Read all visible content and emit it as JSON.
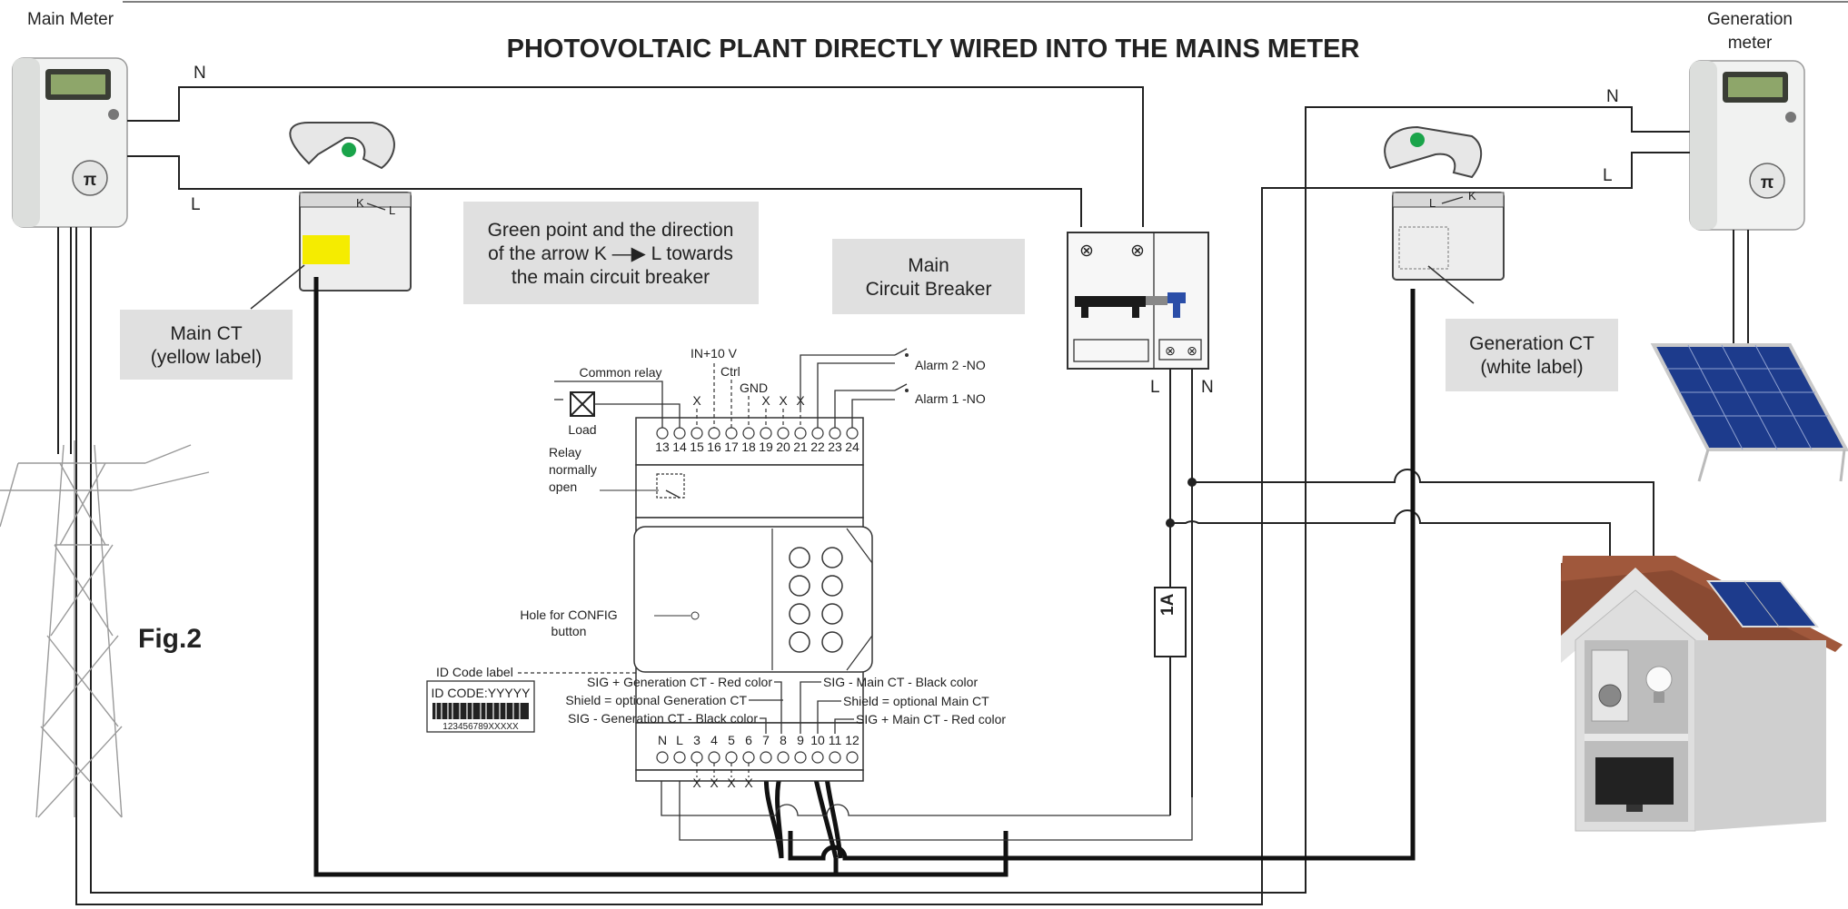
{
  "title": "PHOTOVOLTAIC PLANT DIRECTLY WIRED INTO THE MAINS METER",
  "figure_label": "Fig.2",
  "main_meter": {
    "label": "Main Meter"
  },
  "generation_meter": {
    "label_line1": "Generation",
    "label_line2": "meter"
  },
  "wire_labels": {
    "neutral": "N",
    "line": "L"
  },
  "callouts": {
    "green_point": [
      "Green point and the direction",
      "of the arrow K —▶ L towards",
      "the main circuit breaker"
    ],
    "main_breaker": [
      "Main",
      "Circuit Breaker"
    ],
    "main_ct": [
      "Main CT",
      "(yellow label)"
    ],
    "generation_ct": [
      "Generation CT",
      "(white label)"
    ]
  },
  "ct_marking": {
    "k": "K",
    "l": "L"
  },
  "fuse_label": "1A",
  "device": {
    "top_labels": {
      "in10v": "IN+10 V",
      "ctrl": "Ctrl",
      "gnd": "GND",
      "common_relay": "Common relay",
      "load": "Load",
      "relay_no": [
        "Relay",
        "normally",
        "open"
      ],
      "alarm2": "Alarm 2 -NO",
      "alarm1": "Alarm 1 -NO",
      "x": "X"
    },
    "top_terminals": [
      "13",
      "14",
      "15",
      "16",
      "17",
      "18",
      "19",
      "20",
      "21",
      "22",
      "23",
      "24"
    ],
    "bottom_terminals": [
      "N",
      "L",
      "3",
      "4",
      "5",
      "6",
      "7",
      "8",
      "9",
      "10",
      "11",
      "12"
    ],
    "config_hole": [
      "Hole for CONFIG",
      "button"
    ],
    "bottom_labels": {
      "sig_plus_gen": "SIG + Generation CT - Red color",
      "shield_gen": "Shield = optional Generation CT",
      "sig_minus_gen": "SIG - Generation CT - Black color",
      "sig_minus_main": "SIG - Main CT - Black color",
      "shield_main": "Shield = optional Main CT",
      "sig_plus_main": "SIG + Main CT - Red color"
    }
  },
  "id_label": {
    "caption": "ID Code label",
    "code": "ID CODE:YYYYY",
    "serial": "123456789XXXXX"
  },
  "colors": {
    "green_point": "#1aa44a",
    "yellow_label": "#f5ec00",
    "callout_bg": "#e0e0e0",
    "solar_blue": "#1d3b8c",
    "roof": "#8a4a32",
    "breaker_handle": "#2b4ea8"
  }
}
